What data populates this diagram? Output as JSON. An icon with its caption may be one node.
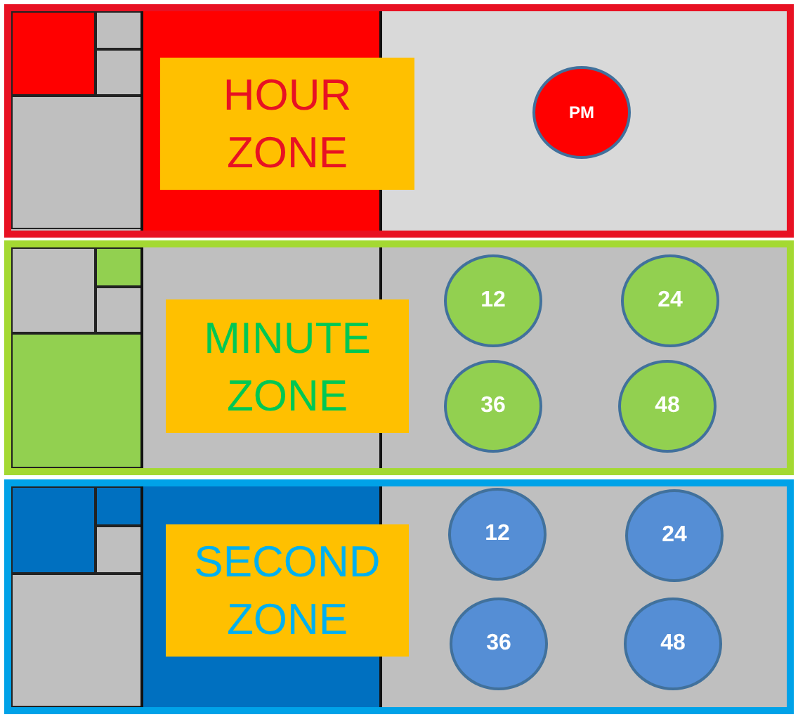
{
  "diagram": {
    "nodes": [
      {
        "text": [
          "HOUR ZONE"
        ]
      },
      {
        "text": [
          "PM"
        ]
      },
      {
        "text": [
          "MINUTE ZONE"
        ]
      },
      {
        "text": [
          "12"
        ]
      },
      {
        "text": [
          "24"
        ]
      },
      {
        "text": [
          "36"
        ]
      },
      {
        "text": [
          "48"
        ]
      },
      {
        "text": [
          "SECOND ZONE"
        ]
      },
      {
        "text": [
          "12"
        ]
      },
      {
        "text": [
          "24"
        ]
      },
      {
        "text": [
          "36"
        ]
      },
      {
        "text": [
          "48"
        ]
      }
    ]
  }
}
